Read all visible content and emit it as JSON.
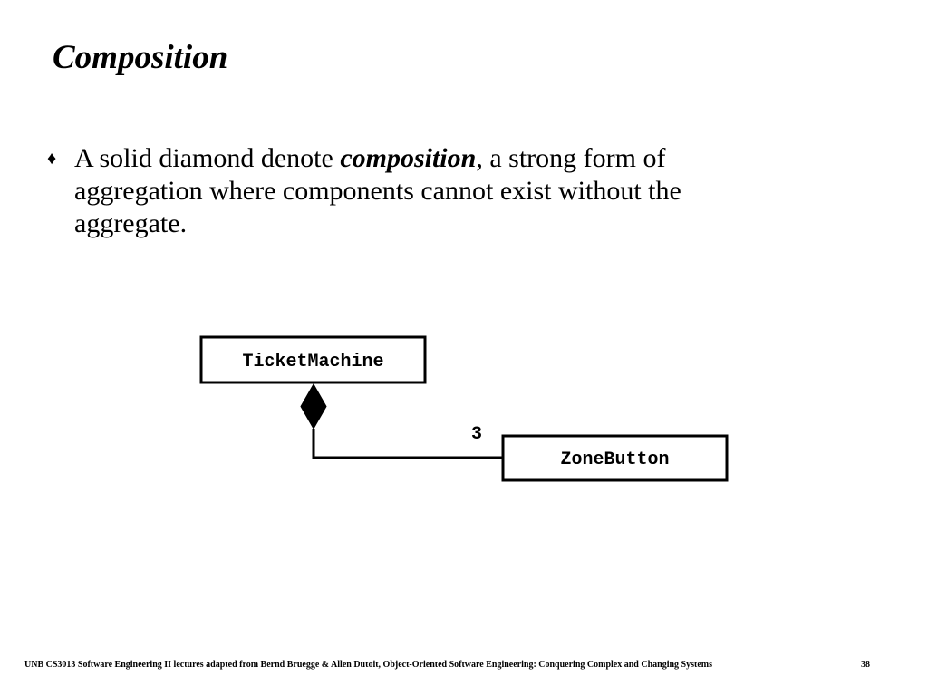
{
  "slide": {
    "title": "Composition",
    "bullet": {
      "marker": "♦",
      "text_before": "A solid diamond denote ",
      "emphasis": "composition",
      "text_after": ", a strong form of aggregation where components cannot exist without the aggregate."
    },
    "diagram": {
      "aggregate_class": "TicketMachine",
      "component_class": "ZoneButton",
      "multiplicity": "3",
      "relationship": "composition",
      "diamond_icon": "filled-diamond-icon"
    },
    "footer": "UNB CS3013 Software Engineering II lectures adapted from Bernd Bruegge & Allen Dutoit, Object-Oriented Software Engineering: Conquering Complex and Changing Systems",
    "page_number": "38"
  }
}
